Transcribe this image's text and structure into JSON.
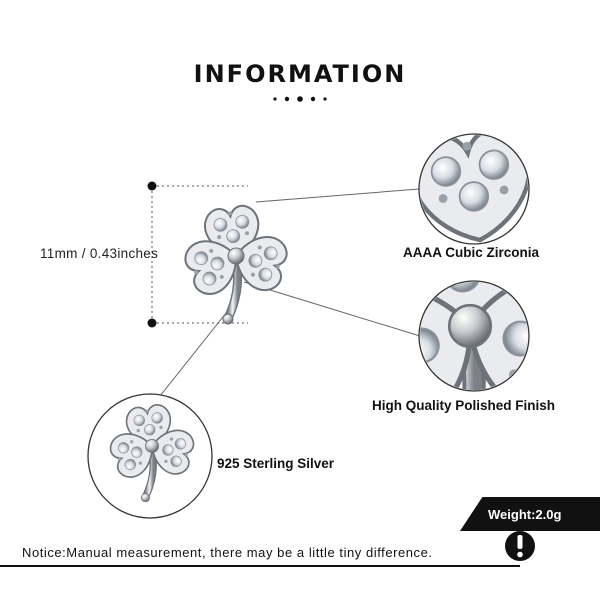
{
  "title": "INFORMATION",
  "dimension_label": "11mm / 0.43inches",
  "features": {
    "cubic_zirconia": "AAAA Cubic Zirconia",
    "polished": "High Quality Polished Finish",
    "sterling": "925 Sterling Silver"
  },
  "weight": "Weight:2.0g",
  "notice": "Notice:Manual measurement, there may be a little tiny difference.",
  "notice_icon": "exclamation-icon",
  "colors": {
    "text": "#111111",
    "banner": "#111111",
    "banner_text": "#ffffff"
  }
}
